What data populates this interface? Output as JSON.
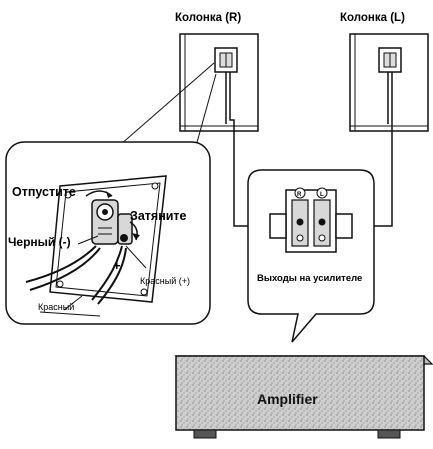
{
  "labels": {
    "speaker_right": "Колонка (R)",
    "speaker_left": "Колонка (L)",
    "release": "Отпустите",
    "tighten": "Затяните",
    "black_minus": "Черный (-)",
    "red_plus": "Красный (+)",
    "red": "Красный",
    "amp_outputs": "Выходы на усилителе",
    "amplifier": "Amplifier",
    "terminal_r": "R",
    "terminal_l": "L",
    "plus_sign": "+"
  },
  "colors": {
    "line": "#111111",
    "amp_fill": "#c9c9c9",
    "panel_fill": "#ffffff",
    "terminal_fill": "#d8d8d8"
  },
  "icons": {
    "amp_texture": "speckled-grey-box",
    "terminals": "spring-clip-terminal"
  }
}
